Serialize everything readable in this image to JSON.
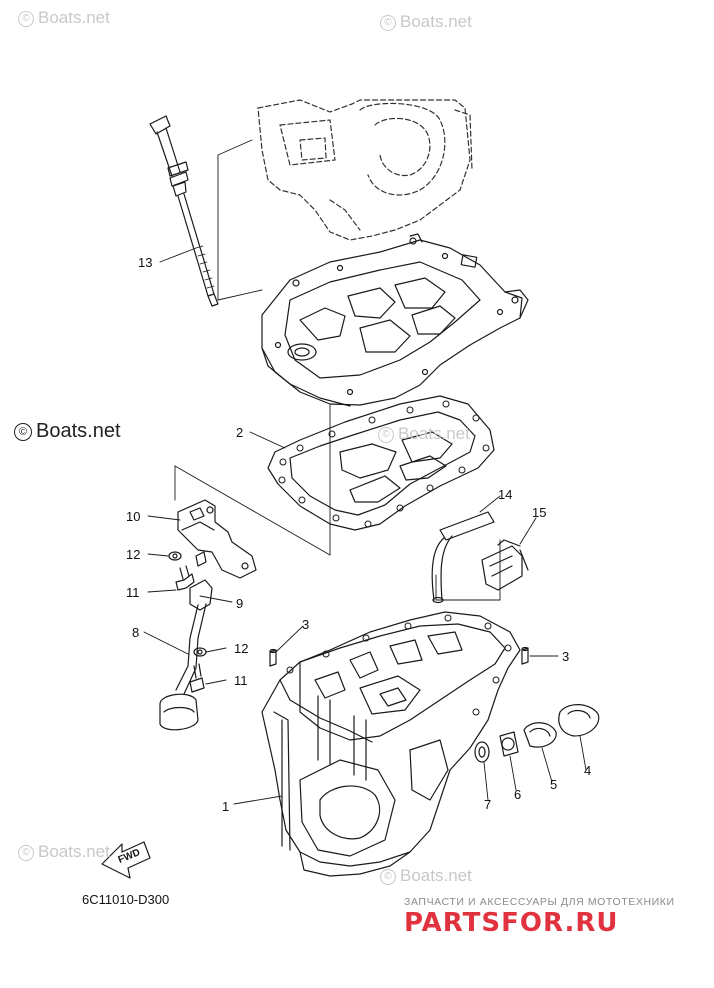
{
  "watermarks": {
    "top_left": "Boats.net",
    "top_center": "Boats.net",
    "mid_left": "Boats.net",
    "mid_center": "Boats.net",
    "bottom_left": "Boats.net",
    "bottom_center": "Boats.net",
    "symbol": "©"
  },
  "callouts": {
    "p1": "1",
    "p2": "2",
    "p3_left": "3",
    "p3_right": "3",
    "p4": "4",
    "p5": "5",
    "p6": "6",
    "p7": "7",
    "p8": "8",
    "p9": "9",
    "p10": "10",
    "p11_top": "11",
    "p11_bottom": "11",
    "p12_top": "12",
    "p12_bottom": "12",
    "p13": "13",
    "p14": "14",
    "p15": "15"
  },
  "fwd_label": "FWD",
  "diagram_code": "6C11010-D300",
  "shop": {
    "tagline": "ЗАПЧАСТИ И АКСЕССУАРЫ ДЛЯ МОТОТЕХНИКИ",
    "brand": "PARTSFOR.RU",
    "brand_color": "#e0323f"
  }
}
